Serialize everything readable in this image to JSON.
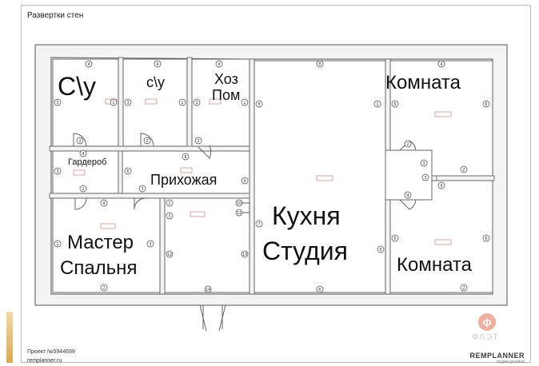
{
  "title": "Развертки стен",
  "rooms": {
    "bath1": "С\\у",
    "bath2": "с\\у",
    "utility_1": "Хоз",
    "utility_2": "Пом",
    "room_top": "Комната",
    "wardrobe": "Гардероб",
    "hallway": "Прихожая",
    "kitchen_1": "Кухня",
    "kitchen_2": "Студия",
    "master_1": "Мастер",
    "master_2": "Спальня",
    "room_bottom": "Комната"
  },
  "wall_numbers": [
    "1",
    "2",
    "3",
    "4",
    "5",
    "6",
    "7",
    "8",
    "9",
    "10",
    "11",
    "12",
    "13",
    "14"
  ],
  "project": "Проект №5944699",
  "site": "remplanner.ru",
  "brand": "REMPLANNER",
  "brand_sub": "студия дизайна",
  "watermark": "ФЛЭТ",
  "watermark_logo": "ф",
  "colors": {
    "wall": "#f5f5f5",
    "line": "#555555",
    "marker": "#444444"
  }
}
